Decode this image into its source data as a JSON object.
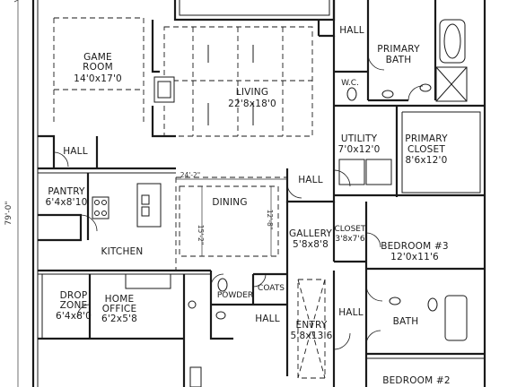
{
  "overall_dimension": "79'-0\"",
  "rooms": {
    "game_room": {
      "name_lines": [
        "GAME",
        "ROOM"
      ],
      "size": "14'0x17'0"
    },
    "living": {
      "name": "LIVING",
      "size": "22'8x18'0"
    },
    "hall_top": {
      "name": "HALL"
    },
    "primary_bath": {
      "name_lines": [
        "PRIMARY",
        "BATH"
      ]
    },
    "wc": {
      "name": "W.C."
    },
    "utility": {
      "name": "UTILITY",
      "size": "7'0x12'0"
    },
    "primary_closet": {
      "name_lines": [
        "PRIMARY",
        "CLOSET"
      ],
      "size": "8'6x12'0"
    },
    "hall_left": {
      "name": "HALL"
    },
    "hall_mid": {
      "name": "HALL"
    },
    "pantry": {
      "name": "PANTRY",
      "size": "6'4x8'10"
    },
    "dining": {
      "name": "DINING"
    },
    "kitchen": {
      "name": "KITCHEN"
    },
    "gallery": {
      "name": "GALLERY",
      "size": "5'8x8'8"
    },
    "closet": {
      "name": "CLOSET",
      "size": "3'8x7'6"
    },
    "bedroom3": {
      "name": "BEDROOM #3",
      "size": "12'0x11'6"
    },
    "drop_zone": {
      "name_lines": [
        "DROP",
        "ZONE"
      ],
      "size": "6'4x8'0"
    },
    "home_office": {
      "name_lines": [
        "HOME",
        "OFFICE"
      ],
      "size": "6'2x5'8"
    },
    "powder": {
      "name": "POWDER"
    },
    "coats": {
      "name": "COATS"
    },
    "hall_entry": {
      "name": "HALL"
    },
    "entry": {
      "name": "ENTRY",
      "size": "5'8x13'6"
    },
    "hall_right": {
      "name": "HALL"
    },
    "bath": {
      "name": "BATH"
    },
    "bedroom2": {
      "name": "BEDROOM #2"
    }
  },
  "dimensions": {
    "dining_width": "24'-2\"",
    "dining_depth": "12'-8\"",
    "island_width": "15'-2\""
  }
}
